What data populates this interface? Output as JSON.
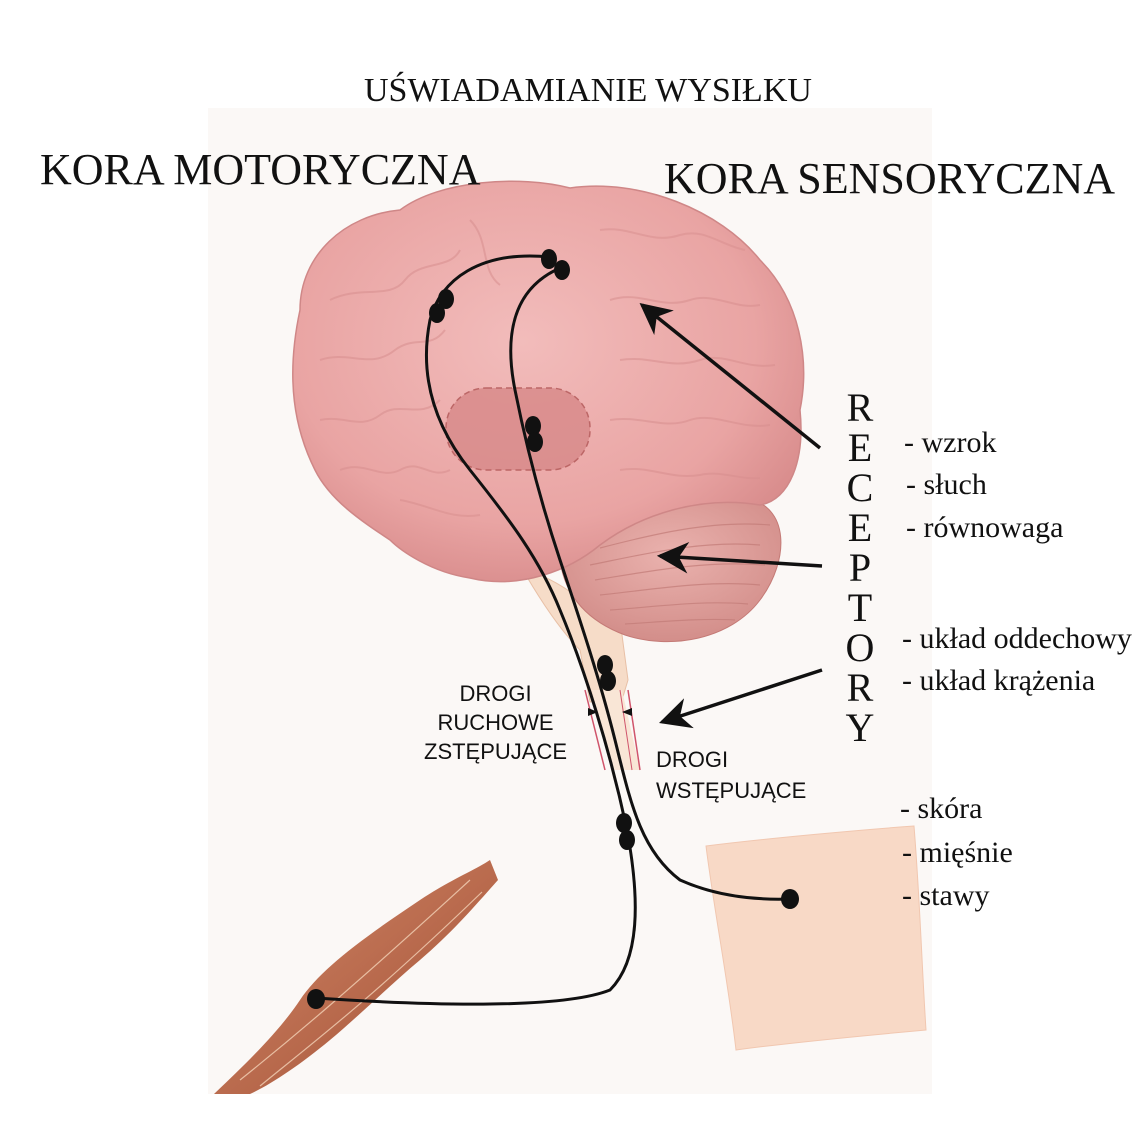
{
  "title": "UŚWIADAMIANIE WYSIŁKU",
  "motor_cortex": "KORA MOTORYCZNA",
  "sensory_cortex": "KORA SENSORYCZNA",
  "receptors_label": "RECEPTORY",
  "descending": [
    "DROGI",
    "RUCHOWE",
    "ZSTĘPUJĄCE"
  ],
  "ascending": [
    "DROGI",
    "WSTĘPUJĄCE"
  ],
  "receptor_groups": [
    [
      "- wzrok",
      "- słuch",
      "- równowaga"
    ],
    [
      "- układ oddechowy",
      "- układ krążenia"
    ],
    [
      "- skóra",
      "- mięśnie",
      "- stawy"
    ]
  ],
  "colors": {
    "brain": "#e9a4a3",
    "brain_shadow": "#c97e7e",
    "cerebellum": "#e1a09c",
    "brainstem": "#f6dcc8",
    "spinal_lines": "#d0546b",
    "muscle": "#b8694c",
    "skin": "#f8d9c6",
    "nerve": "#111111"
  }
}
